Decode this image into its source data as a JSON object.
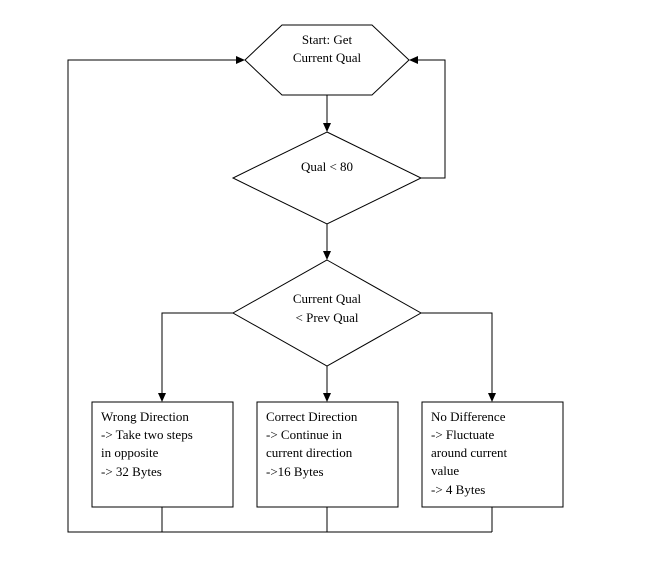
{
  "flowchart": {
    "start": {
      "lines": [
        "Start: Get",
        "Current Qual"
      ]
    },
    "qual_check": {
      "lines": [
        "Qual < 80"
      ]
    },
    "compare": {
      "lines": [
        "Current Qual",
        "< Prev Qual"
      ]
    },
    "outcomes": [
      {
        "id": "wrong",
        "lines": [
          "Wrong Direction",
          "-> Take two steps",
          "in opposite",
          "-> 32 Bytes"
        ]
      },
      {
        "id": "correct",
        "lines": [
          "Correct Direction",
          "-> Continue in",
          "current direction",
          "->16 Bytes"
        ]
      },
      {
        "id": "nodiff",
        "lines": [
          "No Difference",
          "-> Fluctuate",
          "around current",
          "value",
          "-> 4 Bytes"
        ]
      }
    ]
  },
  "colors": {
    "stroke": "#000000",
    "fill": "#ffffff",
    "text": "#000000"
  }
}
